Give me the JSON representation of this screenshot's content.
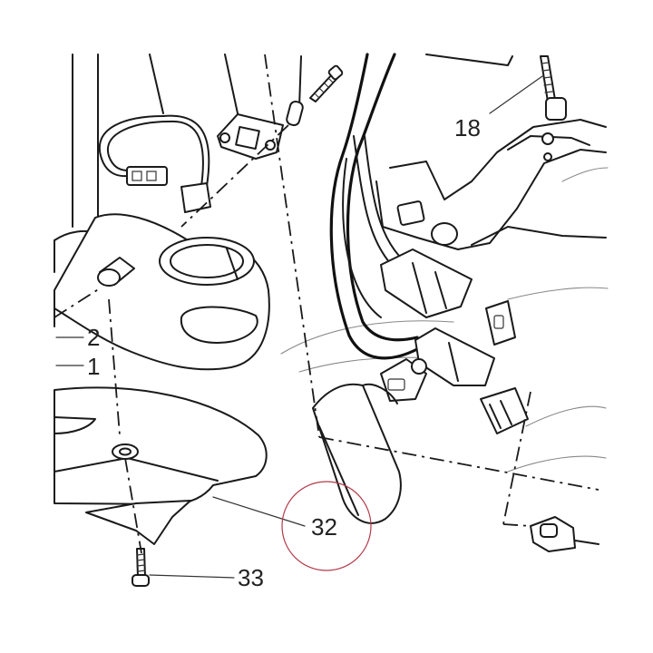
{
  "diagram": {
    "callouts": [
      {
        "key": "part_18",
        "label": "18"
      },
      {
        "key": "part_2",
        "label": "2"
      },
      {
        "key": "part_1",
        "label": "1"
      },
      {
        "key": "part_32",
        "label": "32"
      },
      {
        "key": "part_33",
        "label": "33"
      }
    ],
    "highlight_color": "#b23a48",
    "line_color": "#1a1a1a"
  }
}
